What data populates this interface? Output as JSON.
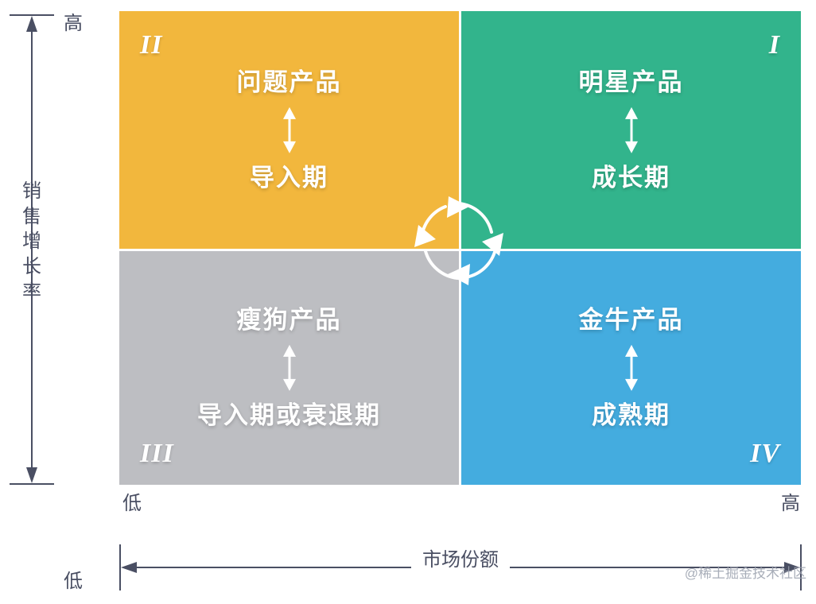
{
  "colors": {
    "orange": "#F2B73D",
    "green": "#32B48C",
    "blue": "#44ACDF",
    "gray": "#BDBEC2",
    "axis": "#4a4f63",
    "label_text": "#ffffff",
    "watermark": "#9aa0ad",
    "background": "#ffffff"
  },
  "y_axis": {
    "high_label": "高",
    "low_label": "低",
    "title_chars": [
      "销",
      "售",
      "增",
      "长",
      "率"
    ],
    "title": "销售增长率"
  },
  "x_axis": {
    "low_label": "低",
    "high_label": "高",
    "title": "市场份额"
  },
  "quadrants": [
    {
      "id": "q2",
      "position": "top-left",
      "roman": "II",
      "product": "问题产品",
      "stage": "导入期",
      "color": "#F2B73D"
    },
    {
      "id": "q1",
      "position": "top-right",
      "roman": "I",
      "product": "明星产品",
      "stage": "成长期",
      "color": "#32B48C"
    },
    {
      "id": "q3",
      "position": "bottom-left",
      "roman": "III",
      "product": "瘦狗产品",
      "stage": "导入期或衰退期",
      "color": "#BDBEC2"
    },
    {
      "id": "q4",
      "position": "bottom-right",
      "roman": "IV",
      "product": "金牛产品",
      "stage": "成熟期",
      "color": "#44ACDF"
    }
  ],
  "cycle": {
    "name": "clockwise-cycle-arrows",
    "arrow_count": 4
  },
  "watermark": {
    "text": "@稀土掘金技术社区"
  }
}
